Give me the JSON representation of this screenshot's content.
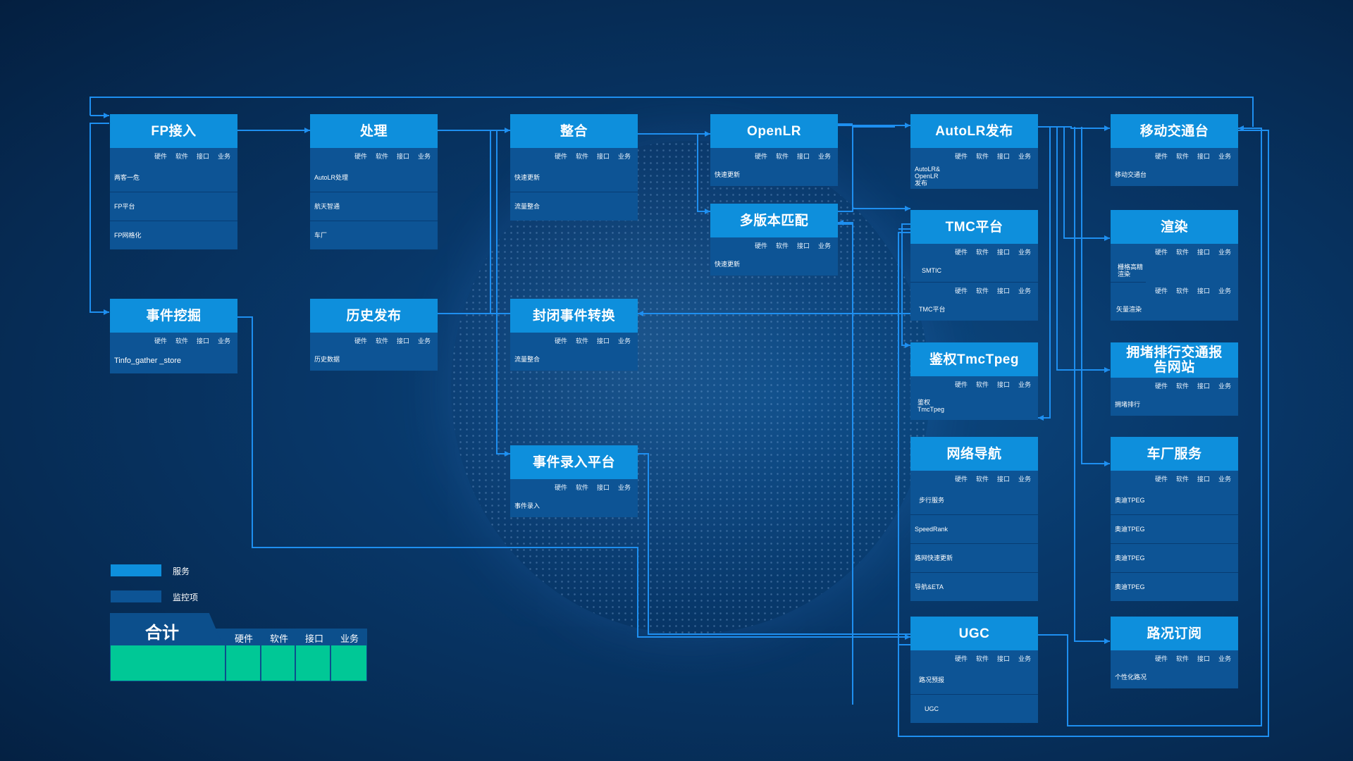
{
  "column_labels": [
    "硬件",
    "软件",
    "接口",
    "业务"
  ],
  "boxes": {
    "fp": {
      "title": "FP接入",
      "rows": [
        "两客一危",
        "FP平台",
        "FP网格化"
      ]
    },
    "chuli": {
      "title": "处理",
      "rows": [
        "AutoLR处理",
        "航天智通",
        "车厂"
      ]
    },
    "zhenghe": {
      "title": "整合",
      "rows": [
        "快速更新",
        "流量整合"
      ]
    },
    "openlr": {
      "title": "OpenLR",
      "rows": [
        "快速更新"
      ]
    },
    "duobanben": {
      "title": "多版本匹配",
      "rows": [
        "快速更新"
      ]
    },
    "autolr": {
      "title": "AutoLR发布",
      "rows": [
        "AutoLR& OpenLR 发布"
      ]
    },
    "yidong": {
      "title": "移动交通台",
      "rows": [
        "移动交通台"
      ]
    },
    "tmc": {
      "title": "TMC平台",
      "rows": [
        "SMTIC",
        "TMC平台"
      ]
    },
    "xuanran": {
      "title": "渲染",
      "rows": [
        "栅格高精 渲染",
        "矢量渲染"
      ]
    },
    "shijian_wajue": {
      "title": "事件挖掘",
      "rows": [
        "Tinfo_gather _store"
      ]
    },
    "lishi": {
      "title": "历史发布",
      "rows": [
        "历史数据"
      ]
    },
    "fengbi": {
      "title": "封闭事件转换",
      "rows": [
        "流量整合"
      ]
    },
    "jianquan": {
      "title": "鉴权TmcTpeg",
      "rows": [
        "鉴权 TmcTpeg"
      ]
    },
    "yongdu": {
      "title": "拥堵排行交通报告网站",
      "rows": [
        "拥堵排行"
      ]
    },
    "luru": {
      "title": "事件录入平台",
      "rows": [
        "事件录入"
      ]
    },
    "wangluo": {
      "title": "网络导航",
      "rows": [
        "步行服务",
        "SpeedRank",
        "路网快速更新",
        "导航&ETA"
      ]
    },
    "chechang": {
      "title": "车厂服务",
      "rows": [
        "奥迪TPEG",
        "奥迪TPEG",
        "奥迪TPEG",
        "奥迪TPEG"
      ]
    },
    "ugc": {
      "title": "UGC",
      "rows": [
        "路况预报",
        "UGC"
      ]
    },
    "luokuang": {
      "title": "路况订阅",
      "rows": [
        "个性化路况"
      ]
    }
  },
  "legend": {
    "service": "服务",
    "monitor": "监控项"
  },
  "total": {
    "title": "合计",
    "cols": [
      "硬件",
      "软件",
      "接口",
      "业务"
    ]
  },
  "colors": {
    "service": "#0e8fdc",
    "monitor": "#0d5495",
    "line": "#1e90ff",
    "total_fill": "#00c896"
  }
}
